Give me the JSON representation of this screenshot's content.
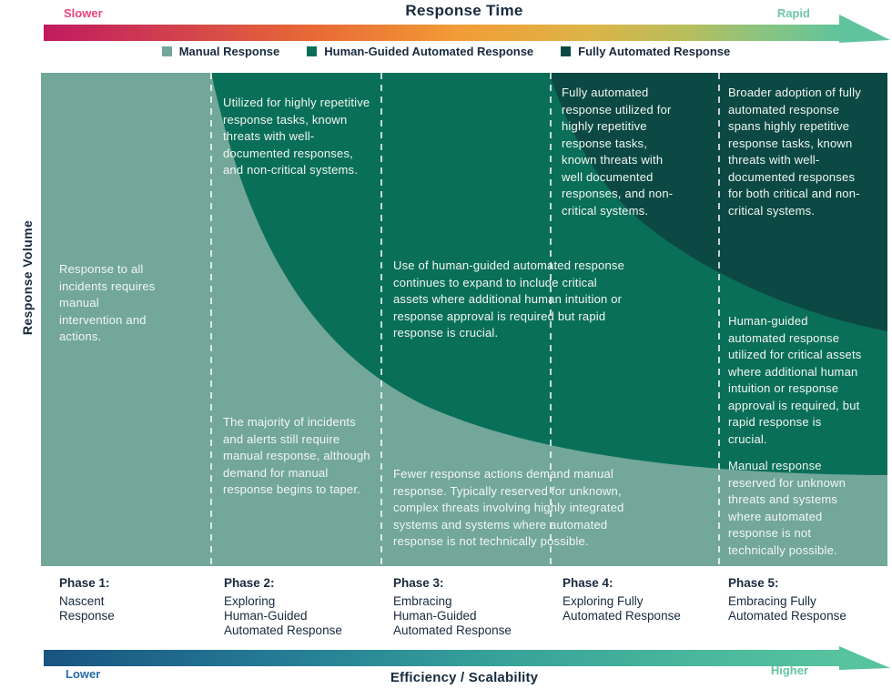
{
  "colors": {
    "manual": "#72A79A",
    "human_guided": "#0A6F59",
    "fully_automated": "#0C4944",
    "divider": "#FFFFFF",
    "heading_text": "#182A3E",
    "annotation_text": "#F4F7F3",
    "slower_label": "#E8437F",
    "rapid_label": "#70C7A7",
    "lower_label": "#2B6CA9",
    "higher_label": "#66C5A3"
  },
  "top_axis": {
    "title": "Response Time",
    "left_label": "Slower",
    "right_label": "Rapid",
    "gradient": [
      "#C11A5F",
      "#E96A35",
      "#F29C37",
      "#B9BD5B",
      "#5FC49D"
    ]
  },
  "bottom_axis": {
    "title": "Efficiency / Scalability",
    "left_label": "Lower",
    "right_label": "Higher",
    "gradient": [
      "#185480",
      "#257C95",
      "#35A099",
      "#57C39F"
    ]
  },
  "y_axis": {
    "label": "Response Volume"
  },
  "legend": {
    "items": [
      {
        "label": "Manual Response",
        "color": "#72A79A"
      },
      {
        "label": "Human-Guided Automated Response",
        "color": "#0A6F59"
      },
      {
        "label": "Fully Automated Response",
        "color": "#0C4944"
      }
    ]
  },
  "annotations": {
    "phase1_manual": "Response to all incidents requires manual intervention and actions.",
    "phase2_human_guided": "Utilized for highly repetitive response tasks, known threats with well-documented responses, and non-critical systems.",
    "phase2_manual": "The majority of incidents and alerts still require manual response, although demand for manual response begins to taper.",
    "phase34_human_guided": "Use of human-guided automated response continues to expand to include critical assets where additional human intuition or response approval is required but rapid response is crucial.",
    "phase34_manual": "Fewer response actions demand manual response. Typically reserved for unknown, complex threats involving highly integrated systems and systems where automated response is not technically possible.",
    "phase4_fully_automated": "Fully automated response utilized for highly repetitive response tasks, known threats with well documented responses, and non-critical systems.",
    "phase5_fully_automated": "Broader adoption of fully automated response spans highly repetitive response tasks, known threats with well-documented responses for both critical and non-critical systems.",
    "phase5_human_guided": "Human-guided automated response utilized for critical assets where additional human intuition or response approval is required, but rapid response is crucial.",
    "phase5_manual": "Manual response reserved for unknown threats and systems where automated response is not technically possible."
  },
  "phases": [
    {
      "heading": "Phase 1:",
      "lines": [
        "Nascent",
        "Response"
      ]
    },
    {
      "heading": "Phase 2:",
      "lines": [
        "Exploring",
        "Human-Guided",
        "Automated Response"
      ]
    },
    {
      "heading": "Phase 3:",
      "lines": [
        "Embracing",
        "Human-Guided",
        "Automated Response"
      ]
    },
    {
      "heading": "Phase 4:",
      "lines": [
        "Exploring Fully",
        "Automated Response"
      ]
    },
    {
      "heading": "Phase 5:",
      "lines": [
        "Embracing Fully",
        "Automated Response"
      ]
    }
  ]
}
